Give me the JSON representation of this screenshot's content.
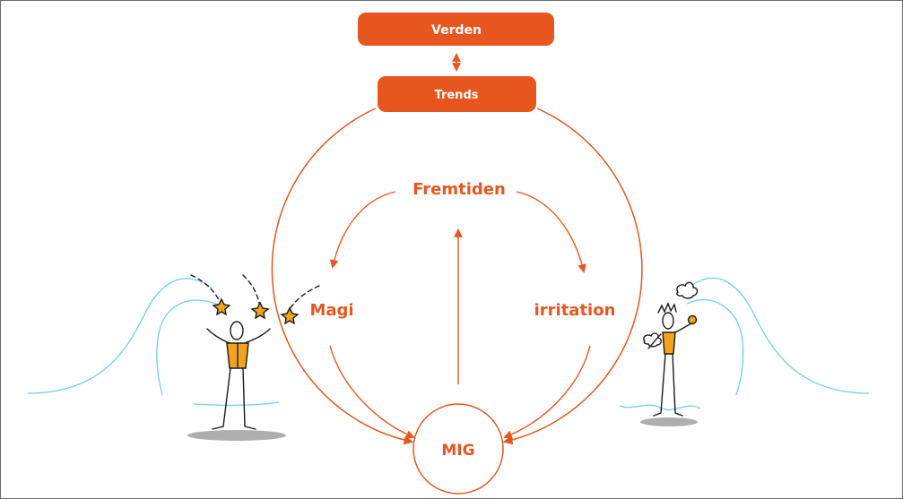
{
  "diagram": {
    "top_box": "Verden",
    "trends_box": "Trends",
    "future": "Fremtiden",
    "left": "Magi",
    "right": "irritation",
    "center": "MIG"
  },
  "colors": {
    "accent": "#E8561F",
    "wave": "#6FD0E6",
    "figure_vest": "#F3A21B",
    "ink": "#1a1a1a",
    "shadow": "#9a9a9a"
  },
  "icons": {
    "left_figure": "amazed-person-with-stars",
    "right_figure": "frustrated-person-with-steam"
  }
}
